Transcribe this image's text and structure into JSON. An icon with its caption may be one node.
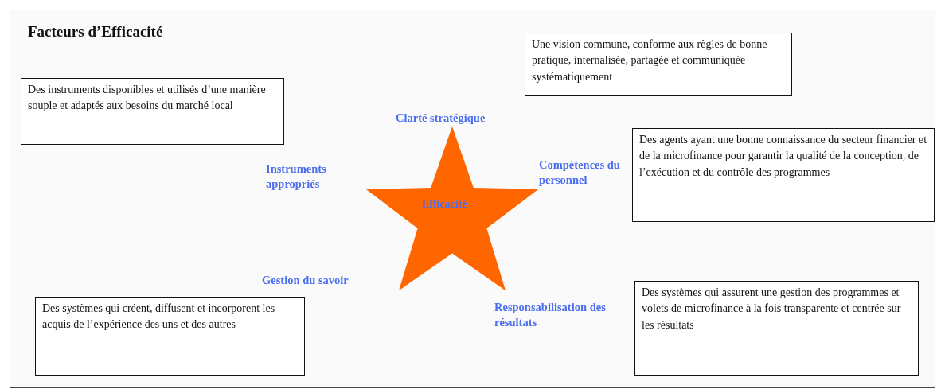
{
  "diagram": {
    "title": "Facteurs d’Efficacité",
    "nodes": [
      {
        "text": [
          "Une vision commune, conforme aux règles de bonne pratique, internalisée, partagée et communiquée systématiquement"
        ]
      },
      {
        "text": [
          "Des instruments disponibles et utilisés d’une manière souple et adaptés aux besoins du marché local"
        ]
      },
      {
        "text": [
          "Efficacité"
        ]
      },
      {
        "text": [
          "Des agents ayant une bonne connaissance du secteur financier et de la microfinance pour garantir la qualité de la conception, de l’exécution et du contrôle des programmes"
        ]
      },
      {
        "text": [
          "Des systèmes qui créent, diffusent et incorporent les acquis de l’expérience des uns et des autres"
        ]
      },
      {
        "text": [
          "Des systèmes qui assurent une gestion des programmes et volets de microfinance à la fois transparente et centrée sur les résultats"
        ]
      }
    ],
    "edges": [],
    "labels": [
      "Clarté stratégique",
      "Instruments appropriés",
      "Compétences du personnel",
      "Gestion du savoir",
      "Responsabilisation des résultats"
    ]
  }
}
